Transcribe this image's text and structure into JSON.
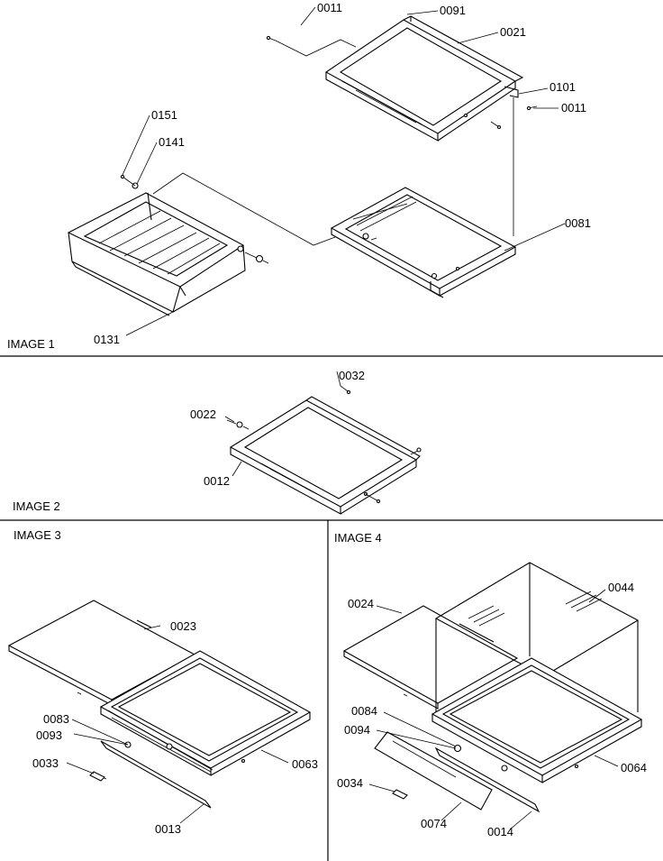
{
  "sections": [
    {
      "title": "IMAGE 1"
    },
    {
      "title": "IMAGE 2"
    },
    {
      "title": "IMAGE 3"
    },
    {
      "title": "IMAGE 4"
    }
  ],
  "callouts": {
    "image1": [
      "0011",
      "0091",
      "0021",
      "0101",
      "0011",
      "0151",
      "0141",
      "0081",
      "0131"
    ],
    "image2": [
      "0032",
      "0022",
      "0012"
    ],
    "image3": [
      "0023",
      "0083",
      "0093",
      "0033",
      "0063",
      "0013"
    ],
    "image4": [
      "0024",
      "0044",
      "0084",
      "0094",
      "0034",
      "0064",
      "0074",
      "0014"
    ]
  }
}
